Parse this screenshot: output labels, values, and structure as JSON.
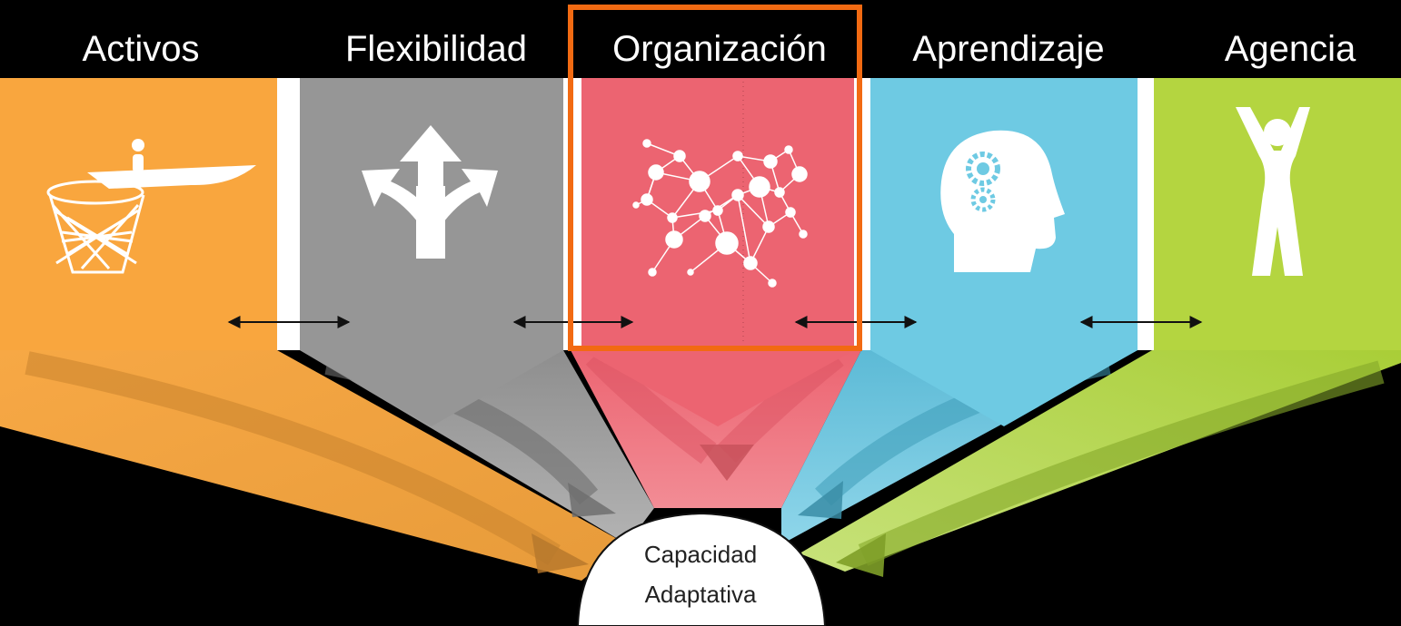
{
  "pillars": [
    {
      "label": "Activos",
      "color": "#F9A63E",
      "icon": "boat-net-icon"
    },
    {
      "label": "Flexibilidad",
      "color": "#969696",
      "icon": "branching-arrows-icon"
    },
    {
      "label": "Organización",
      "color": "#EC6471",
      "icon": "network-icon"
    },
    {
      "label": "Aprendizaje",
      "color": "#6ECAE3",
      "icon": "head-gears-icon"
    },
    {
      "label": "Agencia",
      "color": "#B4D540",
      "icon": "person-arms-raised-icon"
    }
  ],
  "highlight": {
    "pillar": "Organización",
    "color": "#F26A12"
  },
  "center": {
    "line1": "Capacidad",
    "line2": "Adaptativa"
  }
}
